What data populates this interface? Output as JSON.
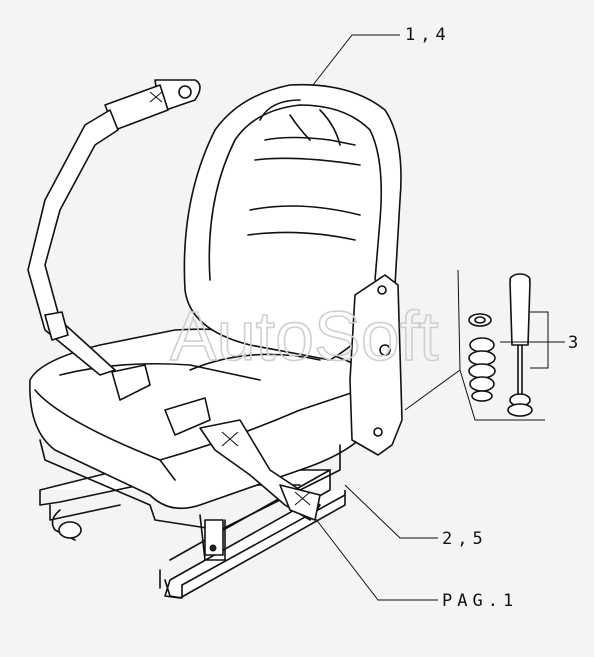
{
  "watermark": "AutoSoft",
  "callouts": {
    "backrest": "1,4",
    "bushing_set": "3",
    "bracket": "2,5",
    "page_ref": "PAG.1"
  }
}
